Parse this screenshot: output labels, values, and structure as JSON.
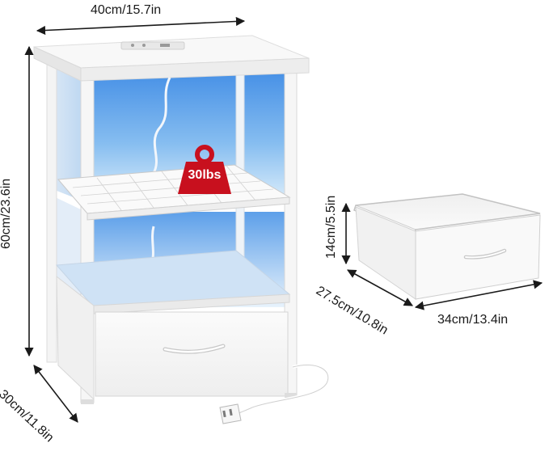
{
  "dimensions": {
    "table_width": "40cm/15.7in",
    "table_height": "60cm/23.6in",
    "table_depth": "30cm/11.8in",
    "drawer_height": "14cm/5.5in",
    "drawer_depth": "27.5cm/10.8in",
    "drawer_width": "34cm/13.4in"
  },
  "load_capacity": "30lbs",
  "colors": {
    "frame_white": "#f4f4f4",
    "led_blue": "#3f8ee8",
    "weight_red": "#c8101e",
    "dimension_line": "#1a1a1a"
  }
}
